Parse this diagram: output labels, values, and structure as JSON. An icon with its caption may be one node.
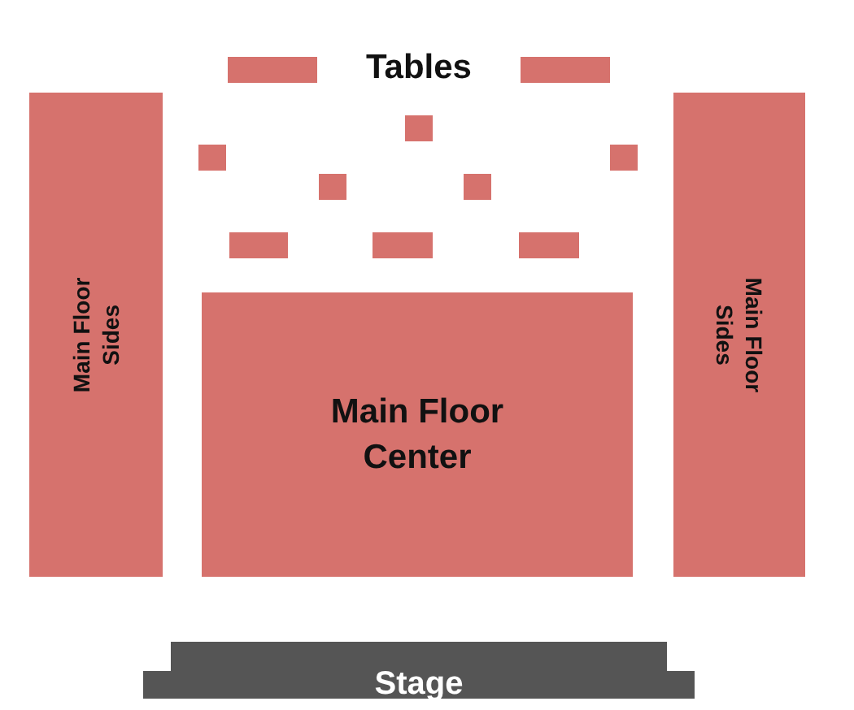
{
  "diagram": {
    "nodes": [
      {
        "text": [],
        "shape": "box"
      },
      {
        "text": [],
        "shape": "box"
      },
      {
        "text": [],
        "shape": "box"
      },
      {
        "text": [],
        "shape": "box"
      },
      {
        "text": [],
        "shape": "box"
      },
      {
        "text": [],
        "shape": "box"
      },
      {
        "text": [],
        "shape": "box"
      },
      {
        "text": [],
        "shape": "box"
      },
      {
        "text": [],
        "shape": "box"
      },
      {
        "text": [],
        "shape": "box"
      },
      {
        "text": [
          "Main Floor Sides"
        ]
      },
      {
        "text": [
          "Main Floor Center"
        ]
      },
      {
        "text": [
          "Main Floor Sides"
        ]
      },
      {
        "text": [
          "Stage"
        ]
      }
    ],
    "edges": [],
    "labels": [
      "Tables"
    ]
  }
}
